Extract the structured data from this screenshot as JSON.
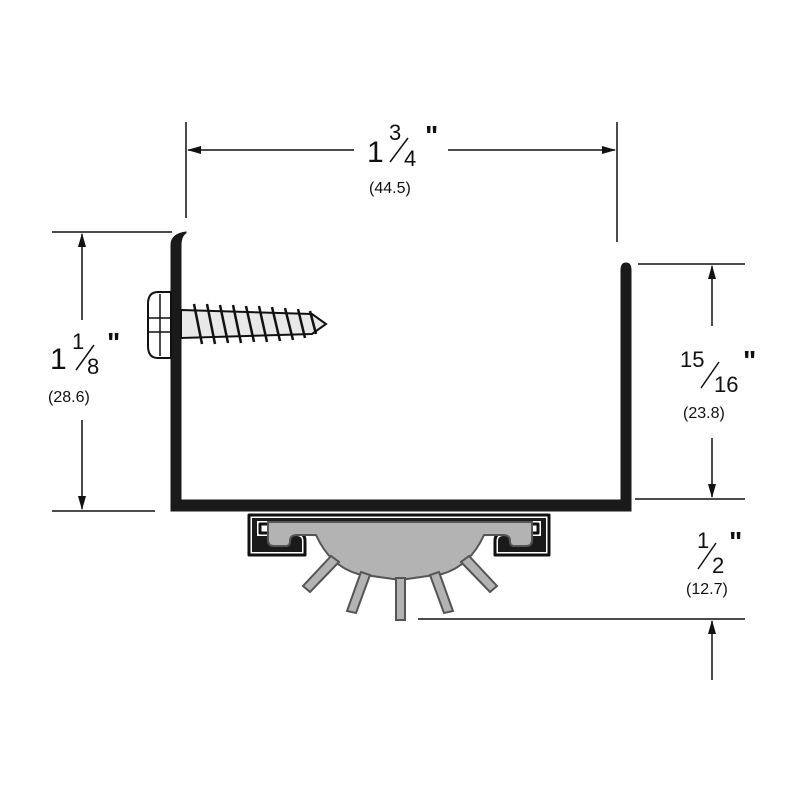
{
  "colors": {
    "line": "#111111",
    "profile": "#1a1a1a",
    "insert": "#b3b3b3",
    "insert_stroke": "#555555",
    "screw": "#d9d9d9"
  },
  "dimensions": {
    "width": {
      "whole": "1",
      "num": "3",
      "den": "4",
      "unit": "\"",
      "metric": "(44.5)"
    },
    "height_left": {
      "whole": "1",
      "num": "1",
      "den": "8",
      "unit": "\"",
      "metric": "(28.6)"
    },
    "height_right": {
      "whole": "",
      "num": "15",
      "den": "16",
      "unit": "\"",
      "metric": "(23.8)"
    },
    "sweep": {
      "whole": "",
      "num": "1",
      "den": "2",
      "unit": "\"",
      "metric": "(12.7)"
    }
  },
  "icons": {
    "screw": "screw-icon",
    "arrow": "arrowhead-icon"
  }
}
